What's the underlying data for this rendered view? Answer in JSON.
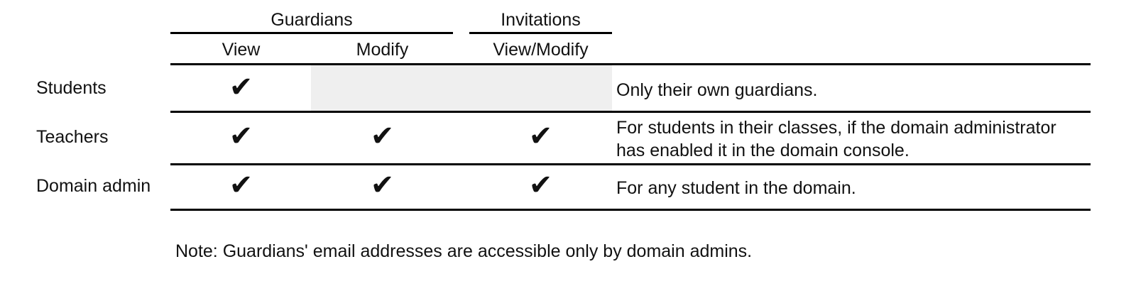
{
  "table": {
    "caption": "",
    "row_header_column": {
      "label": ""
    },
    "group_headers": [
      {
        "label": "Guardians",
        "spans": [
          "View",
          "Modify"
        ]
      },
      {
        "label": "Invitations",
        "spans": [
          "View/Modify"
        ]
      }
    ],
    "column_headers": [
      {
        "label": "View",
        "group": "Guardians"
      },
      {
        "label": "Modify",
        "group": "Guardians"
      },
      {
        "label": "View/Modify",
        "group": "Invitations"
      }
    ],
    "description_column_header": "",
    "rows": [
      {
        "label": "Students",
        "guardians_view": "✔",
        "guardians_modify": "",
        "invitations_view_modify": "",
        "description": "Only their own guardians.",
        "shaded_cells": [
          "guardians_modify",
          "invitations_view_modify"
        ]
      },
      {
        "label": "Teachers",
        "guardians_view": "✔",
        "guardians_modify": "✔",
        "invitations_view_modify": "✔",
        "description": "For students in their classes, if the domain administrator has enabled it in the domain console.",
        "shaded_cells": []
      },
      {
        "label": "Domain admin",
        "guardians_view": "✔",
        "guardians_modify": "✔",
        "invitations_view_modify": "✔",
        "description": "For any student in the domain.",
        "shaded_cells": []
      }
    ]
  },
  "footer": {
    "note": "Note: Guardians' email addresses are accessible only by domain admins."
  },
  "icons": {
    "check": "check-mark-icon"
  },
  "colors": {
    "text": "#111111",
    "rule": "#000000",
    "shaded_cell": "#efefef",
    "background": "#ffffff"
  }
}
